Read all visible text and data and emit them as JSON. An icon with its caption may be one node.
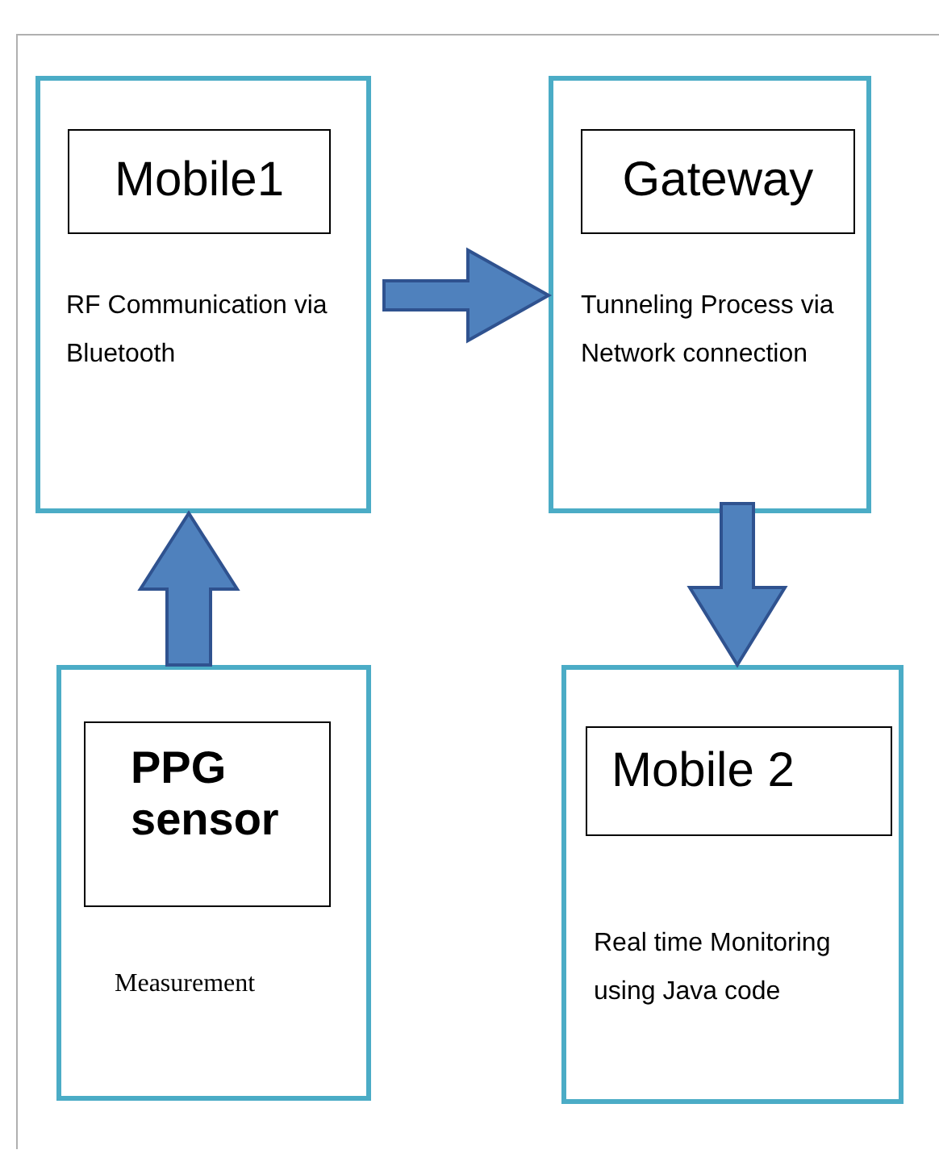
{
  "diagram": {
    "nodes": [
      {
        "text": [
          "RF Communication via Bluetooth"
        ]
      },
      {
        "text": [
          "Mobile1"
        ],
        "in": 0
      },
      {
        "text": [
          "Tunneling Process via Network connection"
        ]
      },
      {
        "text": [
          "Gateway"
        ],
        "in": 2
      },
      {
        "text": [
          "Measurement"
        ]
      },
      {
        "text": [
          "PPG sensor"
        ],
        "in": 4
      },
      {
        "text": [
          "Real time Monitoring using Java code"
        ]
      },
      {
        "text": [
          "Mobile 2"
        ],
        "in": 6
      }
    ],
    "edges": [
      {
        "from": 0,
        "to": 2,
        "arrow": "to"
      },
      {
        "from": 4,
        "to": 0,
        "arrow": "to"
      },
      {
        "from": 2,
        "to": 6,
        "arrow": "to"
      }
    ]
  }
}
